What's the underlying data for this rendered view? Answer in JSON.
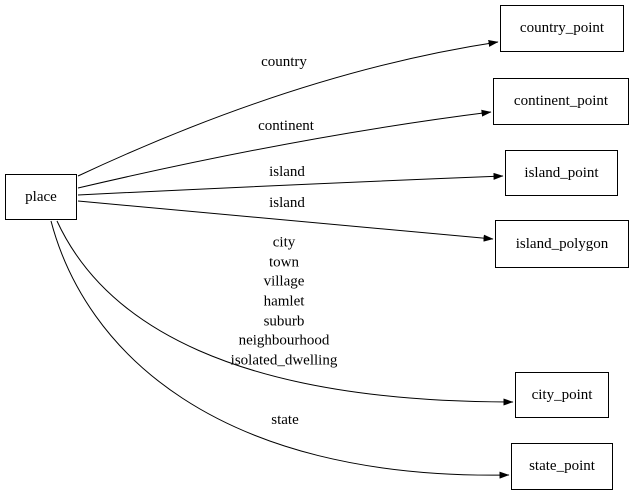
{
  "diagram": {
    "kind": "directed-graph",
    "background_color": "#ffffff",
    "line_color": "#000000",
    "nodes": {
      "place": {
        "label": "place",
        "shape": "box"
      },
      "country_point": {
        "label": "country_point",
        "shape": "box"
      },
      "continent_point": {
        "label": "continent_point",
        "shape": "box"
      },
      "island_point": {
        "label": "island_point",
        "shape": "box"
      },
      "island_polygon": {
        "label": "island_polygon",
        "shape": "box"
      },
      "city_point": {
        "label": "city_point",
        "shape": "box"
      },
      "state_point": {
        "label": "state_point",
        "shape": "box"
      }
    },
    "edges": [
      {
        "from": "place",
        "to": "country_point",
        "label": "country"
      },
      {
        "from": "place",
        "to": "continent_point",
        "label": "continent"
      },
      {
        "from": "place",
        "to": "island_point",
        "label": "island"
      },
      {
        "from": "place",
        "to": "island_polygon",
        "label": "island"
      },
      {
        "from": "place",
        "to": "city_point",
        "label": "city\ntown\nvillage\nhamlet\nsuburb\nneighbourhood\nisolated_dwelling"
      },
      {
        "from": "place",
        "to": "state_point",
        "label": "state"
      }
    ]
  }
}
